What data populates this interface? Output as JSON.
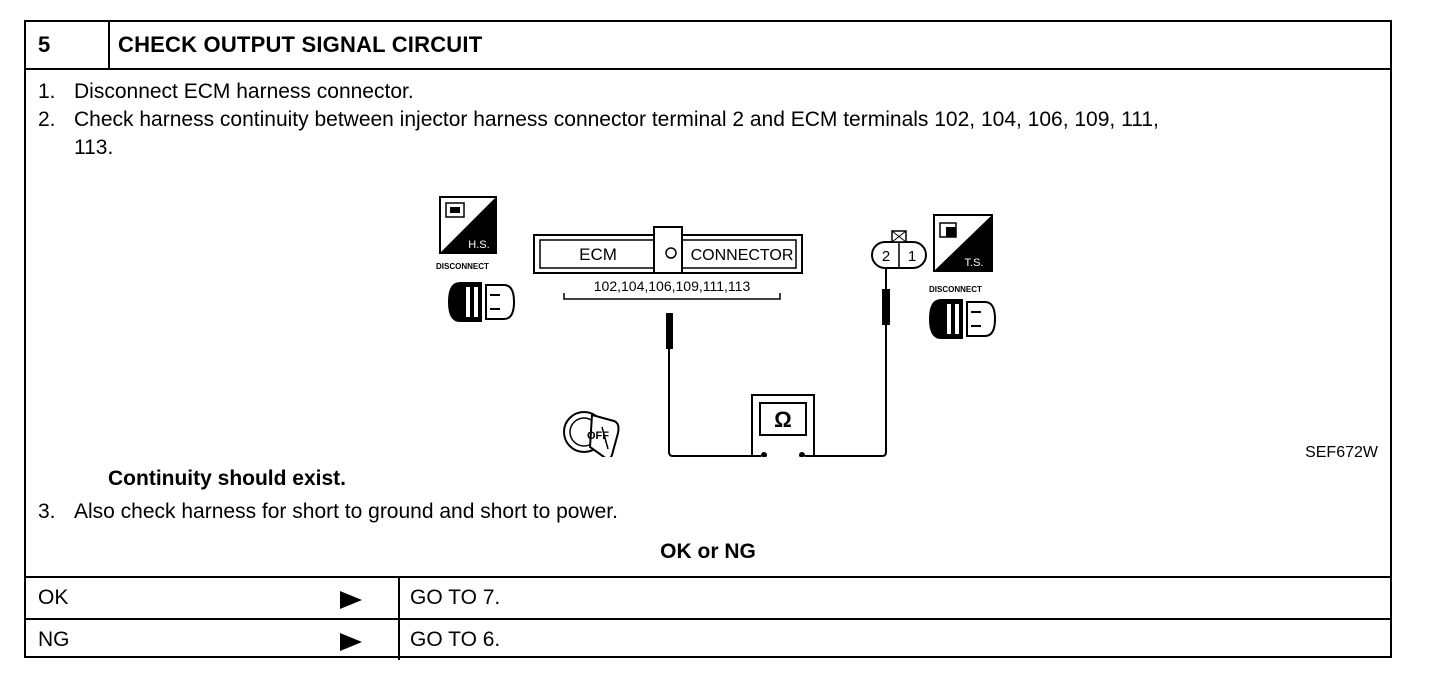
{
  "header": {
    "step_number": "5",
    "title": "CHECK OUTPUT SIGNAL CIRCUIT"
  },
  "steps": [
    {
      "num": "1.",
      "text": "Disconnect ECM harness connector."
    },
    {
      "num": "2.",
      "line1": "Check harness continuity between injector harness connector terminal 2 and ECM terminals 102, 104, 106, 109, 111,",
      "line2": "113."
    },
    {
      "num": "3.",
      "text": "Also check harness for short to ground and short to power."
    }
  ],
  "figure": {
    "ecm_label": "ECM",
    "connector_label": "CONNECTOR",
    "ecm_terminals": "102,104,106,109,111,113",
    "injector_terminal_2": "2",
    "injector_terminal_1": "1",
    "hs_label": "H.S.",
    "ts_label": "T.S.",
    "disconnect_left": "DISCONNECT",
    "disconnect_right": "DISCONNECT",
    "ignition_label": "OFF",
    "meter_symbol": "Ω",
    "figure_code": "SEF672W",
    "icons": [
      "harness-connector-icon",
      "disconnect-connector-icon",
      "ignition-key-icon",
      "ohmmeter-icon"
    ]
  },
  "note": "Continuity should exist.",
  "decision": {
    "label": "OK or NG",
    "rows": [
      {
        "result": "OK",
        "action": "GO TO 7."
      },
      {
        "result": "NG",
        "action": "GO TO 6."
      }
    ]
  }
}
